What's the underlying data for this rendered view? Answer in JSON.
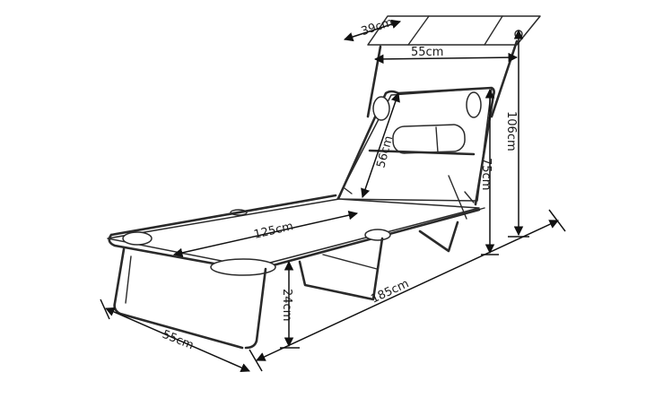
{
  "dimensions": {
    "canopy_depth": "39cm",
    "canopy_width": "55cm",
    "total_height": "106cm",
    "backrest_length": "56cm",
    "backrest_height": "75cm",
    "bed_length": "125cm",
    "total_length": "185cm",
    "seat_height": "24cm",
    "frame_width": "55cm"
  },
  "colors": {
    "line": "#2a2a2a",
    "background": "#ffffff"
  }
}
